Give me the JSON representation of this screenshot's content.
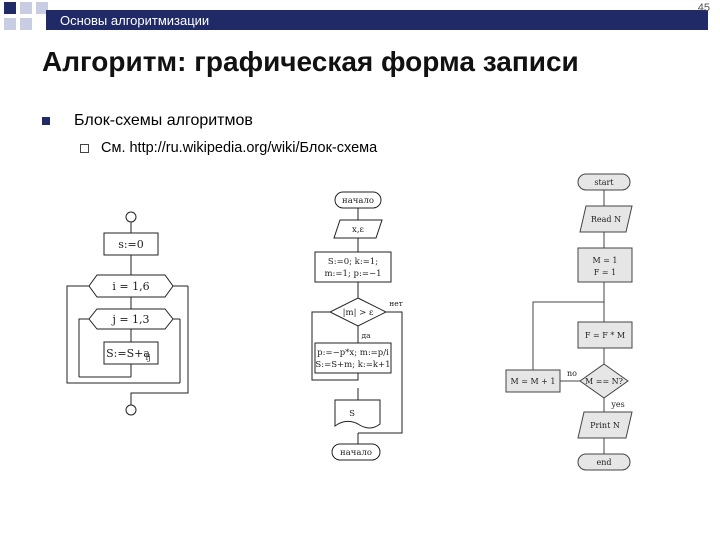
{
  "header": {
    "title": "Основы алгоритмизации",
    "slide_number": "45",
    "accent_color": "#1f2a66"
  },
  "title": "Алгоритм: графическая форма записи",
  "bullets": [
    {
      "text": "Блок-схемы алгоритмов",
      "sub": [
        {
          "text": "См. http://ru.wikipedia.org/wiki/Блок-схема"
        }
      ]
    }
  ],
  "diagram_left": {
    "assign": "s:=0",
    "loop_i": "i = 1,6",
    "loop_j": "j = 1,3",
    "body": "S:=S+a",
    "body_sub": "ij"
  },
  "diagram_mid": {
    "start": "начало",
    "input": "x,ε",
    "init1": "S:=0;  k:=1;",
    "init2": "m:=1;  p:=−1",
    "cond": "|m| > ε",
    "no": "нет",
    "yes": "да",
    "body1": "p:=−p*x;  m:=p/i",
    "body2": "S:=S+m;  k:=k+1",
    "output": "S",
    "end": "начало"
  },
  "diagram_right": {
    "start": "start",
    "read": "Read N",
    "init1": "M = 1",
    "init2": "F = 1",
    "mult": "F = F * M",
    "cond": "M == N?",
    "inc": "M = M + 1",
    "no": "no",
    "yes": "yes",
    "print": "Print N",
    "end": "end"
  }
}
